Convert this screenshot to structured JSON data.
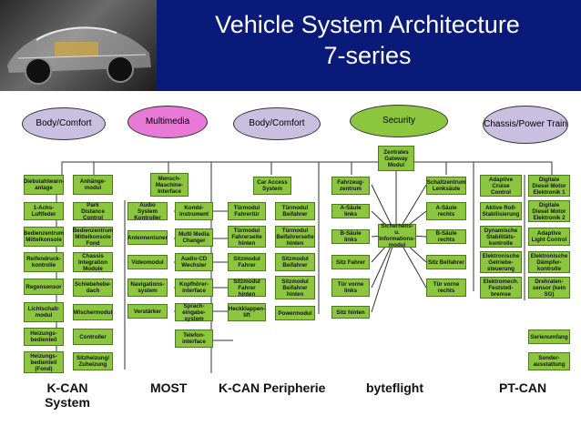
{
  "header": {
    "title_line1": "Vehicle System Architecture",
    "title_line2": "7-series",
    "car_image": "car-cutaway-illustration"
  },
  "categories": [
    {
      "label": "Body/Comfort",
      "color": "#c9bfe0"
    },
    {
      "label": "Multimedia",
      "color": "#e879d6"
    },
    {
      "label": "Body/Comfort",
      "color": "#c9bfe0"
    },
    {
      "label": "Security",
      "color": "#8cc63f"
    },
    {
      "label": "Chassis/Power Train",
      "color": "#c9bfe0"
    }
  ],
  "modules": {
    "gateway": "Zentrales Gateway Modul",
    "col1": [
      "Diebstahlwarn-anlage",
      "1-Achs-Luftfeder",
      "Bedienzentrum Mittelkonsole",
      "Reifendruck-kontrolle",
      "Regensensor",
      "Lichtschalt-modul",
      "Heizungs-bedienteil",
      "Heizungs-bedienteil (Fond)"
    ],
    "col2": [
      "Anhänge-modul",
      "Park Distance Control",
      "Bedienzentrum Mittelkonsole Fond",
      "Chassis Integration Module",
      "Schiebehebe-dach",
      "Wischermodul",
      "Controller",
      "Sitzheizung/ Zuheizung"
    ],
    "mmi": "Mensch-Maschine-Interface",
    "col3": [
      "Audio System Kontroller",
      "Antennentuner",
      "Videomodul",
      "Navigations-system",
      "Verstärker"
    ],
    "col4": [
      "Kombi-instrument",
      "Multi Media Changer",
      "Audio-CD Wechsler",
      "Kopfhörer-interface",
      "Sprach-eingabe-system",
      "Telefon-interface"
    ],
    "cas": "Car Access System",
    "col5": [
      "Türmodul Fahrertür",
      "Türmodul Fahrerseite hinten",
      "Sitzmodul Fahrer",
      "Sitzmodul Fahrer hinten",
      "Heckklappen-lift"
    ],
    "col6": [
      "Türmodul Beifahrer",
      "Türmodul Beifahrerseite hinten",
      "Sitzmodul Beifahrer",
      "Sitzmodul Beifahrer hinten",
      "Powermodul"
    ],
    "col7": [
      "Fahrzeug-zentrum",
      "A-Säule links",
      "B-Säule links",
      "Sitz Fahrer",
      "Tür vorne links",
      "Sitz hinten"
    ],
    "sim": "Sicherheits- u. Informations-modul",
    "col8": [
      "Schaltzentrum Lenksäule",
      "A-Säule rechts",
      "B-Säule rechts",
      "Sitz Beifahrer",
      "Tür vorne rechts"
    ],
    "col9": [
      "Adaptive Cruise Control",
      "Aktive Roll-Stabilisierung",
      "Dynamische Stabilitäts-kontrolle",
      "Elektronische Getriebe-steuerung",
      "Elektromech. Feststell-bremse"
    ],
    "col10": [
      "Digitale Diesel Motor Elektronik 1",
      "Digitale Diesel Motor Elektronik 2",
      "Adaptive Light Control",
      "Elektronische Dämpfer-kontrolle",
      "Drehraten-sensor (kein SG)",
      "Serienumfang",
      "Sonder-ausstattung"
    ]
  },
  "buses": [
    "K-CAN System",
    "MOST",
    "K-CAN Peripherie",
    "byteflight",
    "PT-CAN"
  ]
}
